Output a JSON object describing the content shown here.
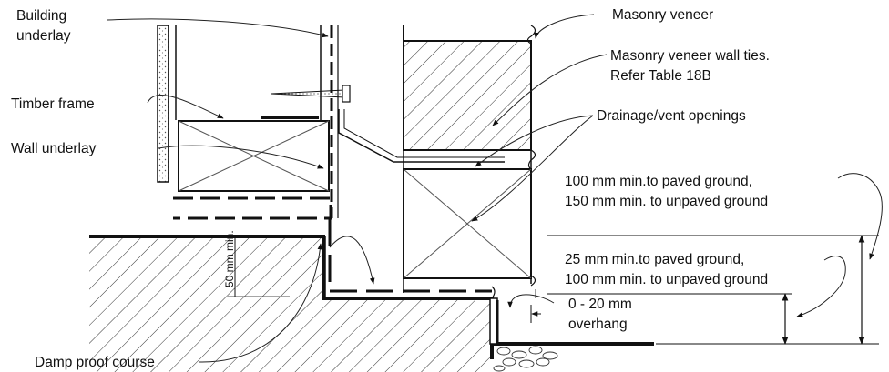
{
  "diagram": {
    "labels": {
      "building_underlay_1": "Building",
      "building_underlay_2": "underlay",
      "timber_frame": "Timber frame",
      "wall_underlay": "Wall underlay",
      "damp_proof_course": "Damp proof course",
      "masonry_veneer": "Masonry veneer",
      "ties_1": "Masonry veneer wall ties.",
      "ties_2": "Refer Table 18B",
      "drainage": "Drainage/vent openings",
      "clear1_1": "100 mm min.to paved ground,",
      "clear1_2": "150 mm min. to unpaved ground",
      "clear2_1": "25 mm min.to paved ground,",
      "clear2_2": "100 mm min. to unpaved ground",
      "overhang_1": "0 - 20 mm",
      "overhang_2": "overhang",
      "dim_50": "50 mm min."
    },
    "colors": {
      "line": "#111111",
      "background": "#ffffff"
    }
  }
}
